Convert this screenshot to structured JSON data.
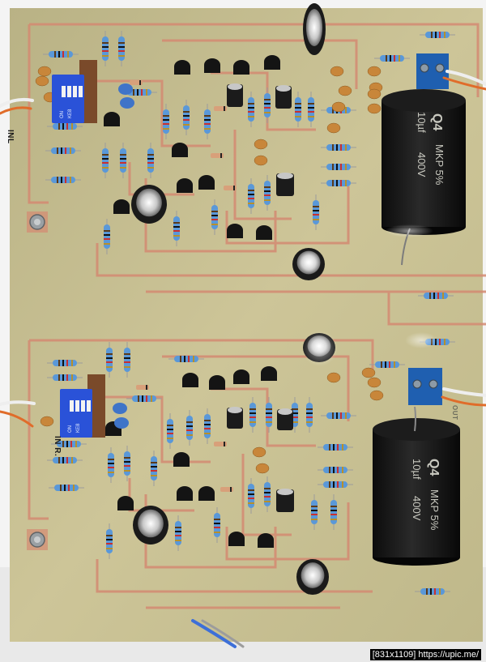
{
  "labels": {
    "input_left": "INL",
    "input_right": "IN R.",
    "output_right": "OUT",
    "dip_on": "ON",
    "dip_code": "KE8"
  },
  "capacitor_top": {
    "brand": "Q4",
    "type": "MKP 5%",
    "value": "10µf",
    "voltage": "400V"
  },
  "capacitor_bottom": {
    "brand": "Q4",
    "type": "MKP 5%",
    "value": "10µf",
    "voltage": "400V"
  },
  "caption": "[831x1109] https://upic.me/",
  "colors": {
    "board": "#c7bf8e",
    "trace": "#d48a72",
    "resistor": "#5a98d8",
    "electrolytic": "#1a1a1a",
    "terminal": "#1f5fb0",
    "dip": "#2a52d8"
  }
}
